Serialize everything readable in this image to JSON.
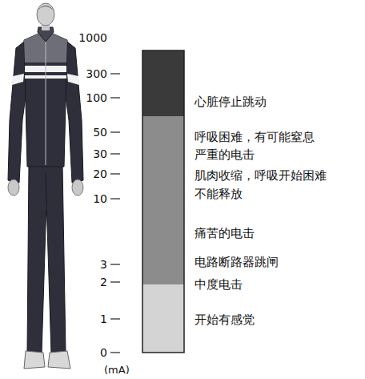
{
  "diagram": {
    "labels": [
      "1000",
      "300",
      "100",
      "50",
      "30",
      "20",
      "10",
      "3",
      "2",
      "1",
      "0",
      "(mA)",
      "心脏停止跳动",
      "呼吸困难，有可能窒息",
      "严重的电击",
      "肌肉收缩，呼吸开始困难",
      "不能释放",
      "痛苦的电击",
      "电路断路器跳闸",
      "中度电击",
      "开始有感觉"
    ]
  }
}
